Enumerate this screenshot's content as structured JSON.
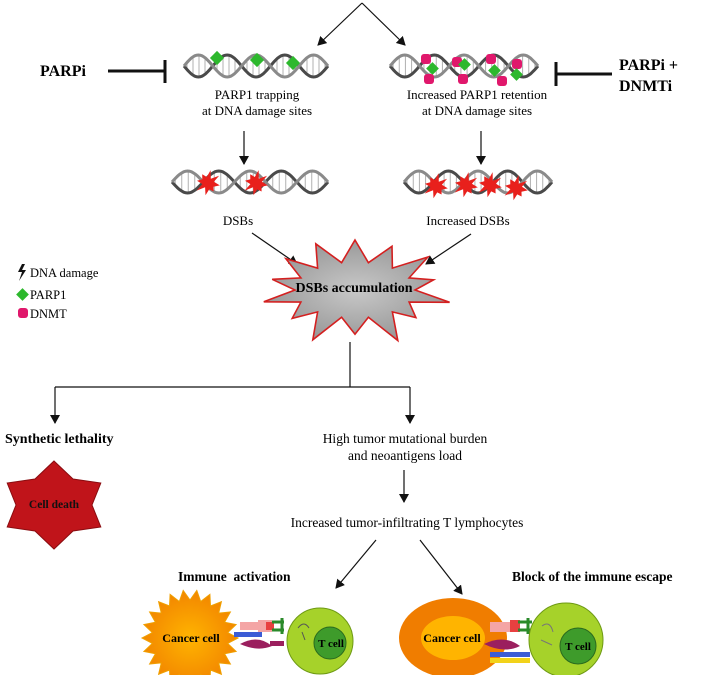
{
  "left_inhibitor": "PARPi",
  "right_inhibitor": [
    "PARPi +",
    "DNMTi"
  ],
  "left_branch": {
    "caption": [
      "PARP1 trapping",
      "at DNA damage sites"
    ],
    "break_caption": "DSBs"
  },
  "right_branch": {
    "caption": [
      "Increased PARP1 retention",
      "at DNA damage sites"
    ],
    "break_caption": "Increased DSBs"
  },
  "center_burst": "DSBs accumulation",
  "legend": [
    {
      "icon": "lightning-icon",
      "label": "DNA damage"
    },
    {
      "icon": "diamond-icon",
      "label": "PARP1",
      "color": "#2db82d"
    },
    {
      "icon": "rounded-square-icon",
      "label": "DNMT",
      "color": "#e0186c"
    }
  ],
  "synthetic_lethality": "Synthetic lethality",
  "cell_death": "Cell death",
  "mutational_burden": [
    "High tumor mutational burden",
    "and neoantigens load"
  ],
  "infiltrating": "Increased tumor-infiltrating T lymphocytes",
  "immune_activation": "Immune  activation",
  "block_escape": "Block of the immune escape",
  "cancer_cell": "Cancer cell",
  "t_cell": "T cell",
  "colors": {
    "parp1": "#2db82d",
    "dnmt": "#e0186c",
    "dsb": "#e8201c",
    "burst_fill": "#a9a9a9",
    "burst_stroke": "#d42020",
    "cell_death_fill": "#c0141a",
    "cancer_fill": "#f07d00",
    "t_cell_outer": "#a6d22a",
    "t_cell_inner": "#3e9b2b"
  }
}
